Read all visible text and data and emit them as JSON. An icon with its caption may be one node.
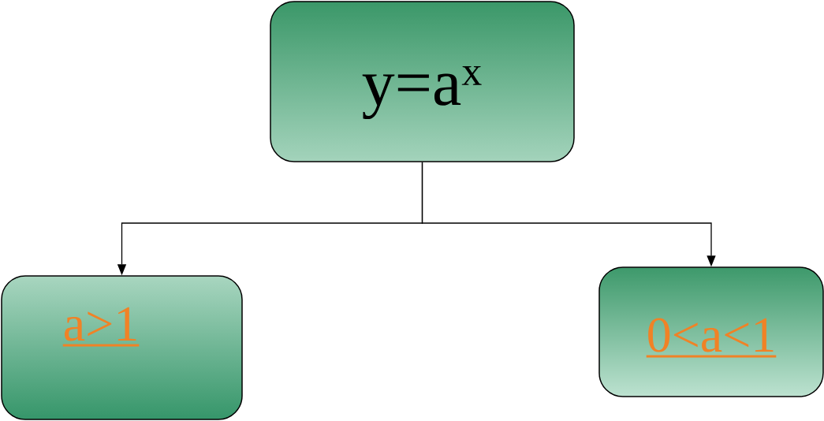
{
  "diagram": {
    "nodes": [
      {
        "text": [
          "y=a$^{x}$"
        ]
      },
      {
        "text": [
          "a>1"
        ]
      },
      {
        "text": [
          "0<a<1"
        ]
      }
    ],
    "edges": [
      {
        "from": 0,
        "to": 1,
        "arrow": "to"
      },
      {
        "from": 0,
        "to": 2,
        "arrow": "to"
      }
    ]
  }
}
